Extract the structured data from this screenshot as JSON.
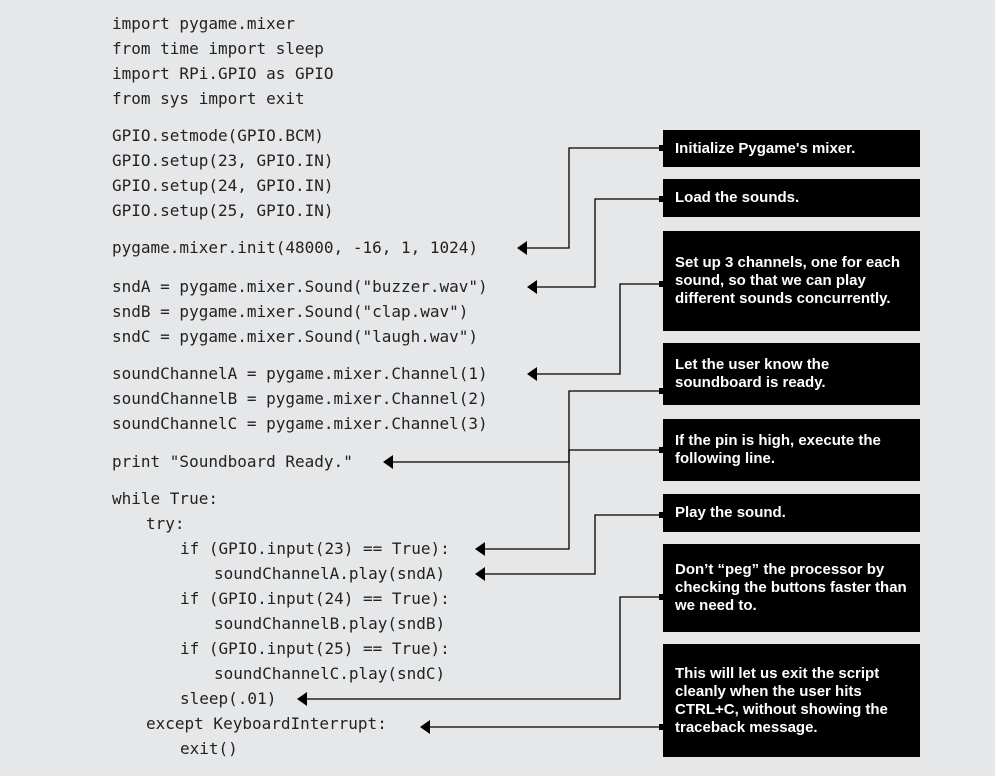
{
  "code_lines": [
    {
      "text": "import pygame.mixer",
      "indent": 0
    },
    {
      "text": "from time import sleep",
      "indent": 0
    },
    {
      "text": "import RPi.GPIO as GPIO",
      "indent": 0
    },
    {
      "text": "from sys import exit",
      "indent": 0
    },
    {
      "text": "GPIO.setmode(GPIO.BCM)",
      "indent": 0
    },
    {
      "text": "GPIO.setup(23, GPIO.IN)",
      "indent": 0
    },
    {
      "text": "GPIO.setup(24, GPIO.IN)",
      "indent": 0
    },
    {
      "text": "GPIO.setup(25, GPIO.IN)",
      "indent": 0
    },
    {
      "text": "pygame.mixer.init(48000, -16, 1, 1024)",
      "indent": 0
    },
    {
      "text": "sndA = pygame.mixer.Sound(\"buzzer.wav\")",
      "indent": 0
    },
    {
      "text": "sndB = pygame.mixer.Sound(\"clap.wav\")",
      "indent": 0
    },
    {
      "text": "sndC = pygame.mixer.Sound(\"laugh.wav\")",
      "indent": 0
    },
    {
      "text": "soundChannelA = pygame.mixer.Channel(1)",
      "indent": 0
    },
    {
      "text": "soundChannelB = pygame.mixer.Channel(2)",
      "indent": 0
    },
    {
      "text": "soundChannelC = pygame.mixer.Channel(3)",
      "indent": 0
    },
    {
      "text": "print \"Soundboard Ready.\"",
      "indent": 0
    },
    {
      "text": "while True:",
      "indent": 0
    },
    {
      "text": "try:",
      "indent": 1
    },
    {
      "text": "if (GPIO.input(23) == True):",
      "indent": 2
    },
    {
      "text": "soundChannelA.play(sndA)",
      "indent": 3
    },
    {
      "text": "if (GPIO.input(24) == True):",
      "indent": 2
    },
    {
      "text": "soundChannelB.play(sndB)",
      "indent": 3
    },
    {
      "text": "if (GPIO.input(25) == True):",
      "indent": 2
    },
    {
      "text": "soundChannelC.play(sndC)",
      "indent": 3
    },
    {
      "text": "sleep(.01)",
      "indent": 2
    },
    {
      "text": "except KeyboardInterrupt:",
      "indent": 1
    },
    {
      "text": "exit()",
      "indent": 2
    }
  ],
  "annotations": [
    "Initialize Pygame's mixer.",
    "Load the sounds.",
    "Set up 3 channels, one for each sound, so that we can play different sounds concurrently.",
    "Let the user know the soundboard is ready.",
    "If the pin is high, execute the following line.",
    "Play the sound.",
    "Don’t “peg” the processor by checking the buttons faster than we need to.",
    "This will let us exit the script cleanly when the user hits CTRL+C, without showing the traceback message."
  ],
  "colors": {
    "background": "#e6e7e9",
    "note_bg": "#000000",
    "note_text": "#ffffff",
    "line": "#000000"
  }
}
